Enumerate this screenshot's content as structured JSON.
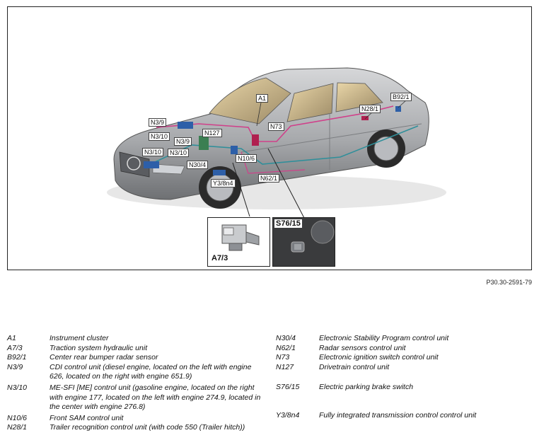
{
  "figure": {
    "callouts": {
      "A1": "A1",
      "B92_1": "B92/1",
      "N28_1": "N28/1",
      "N3_9_top": "N3/9",
      "N3_10_top": "N3/10",
      "N127": "N127",
      "N73": "N73",
      "N3_9_mid": "N3/9",
      "N3_10_left": "N3/10",
      "N3_10_mid": "N3/10",
      "N10_6": "N10/6",
      "N30_4": "N30/4",
      "N62_1": "N62/1",
      "Y3_8n4": "Y3/8n4"
    },
    "insets": {
      "hydraulic_label": "A7/3",
      "switch_label": "S76/15"
    },
    "figure_id": "P30.30-2591-79"
  },
  "legend": {
    "left": [
      {
        "code": "A1",
        "desc": "Instrument cluster"
      },
      {
        "code": "A7/3",
        "desc": "Traction system hydraulic unit"
      },
      {
        "code": "B92/1",
        "desc": "Center rear bumper radar sensor"
      },
      {
        "code": "N3/9",
        "desc": "CDI control unit (diesel engine, located on the left with engine 626, located on the right with engine 651.9)"
      },
      {
        "code": "N3/10",
        "desc": "ME-SFI [ME] control unit (gasoline engine, located on the right with engine 177, located on the left with engine 274.9, located in the center with engine 276.8)"
      },
      {
        "code": "N10/6",
        "desc": "Front SAM control unit"
      },
      {
        "code": "N28/1",
        "desc": "Trailer recognition control unit (with code 550 (Trailer hitch))"
      }
    ],
    "right": [
      {
        "code": "N30/4",
        "desc": "Electronic Stability Program control unit"
      },
      {
        "code": "N62/1",
        "desc": "Radar sensors control unit"
      },
      {
        "code": "N73",
        "desc": "Electronic ignition switch control unit"
      },
      {
        "code": "N127",
        "desc": "Drivetrain control unit"
      },
      {
        "code": "S76/15",
        "desc": "Electric parking brake switch"
      },
      {
        "code": "Y3/8n4",
        "desc": "Fully integrated transmission control control unit"
      }
    ]
  },
  "colors": {
    "car_body": "#a9abae",
    "wiring_pink": "#d0408a",
    "wiring_teal": "#2f8f9a",
    "component_blue": "#2d5fa8"
  }
}
